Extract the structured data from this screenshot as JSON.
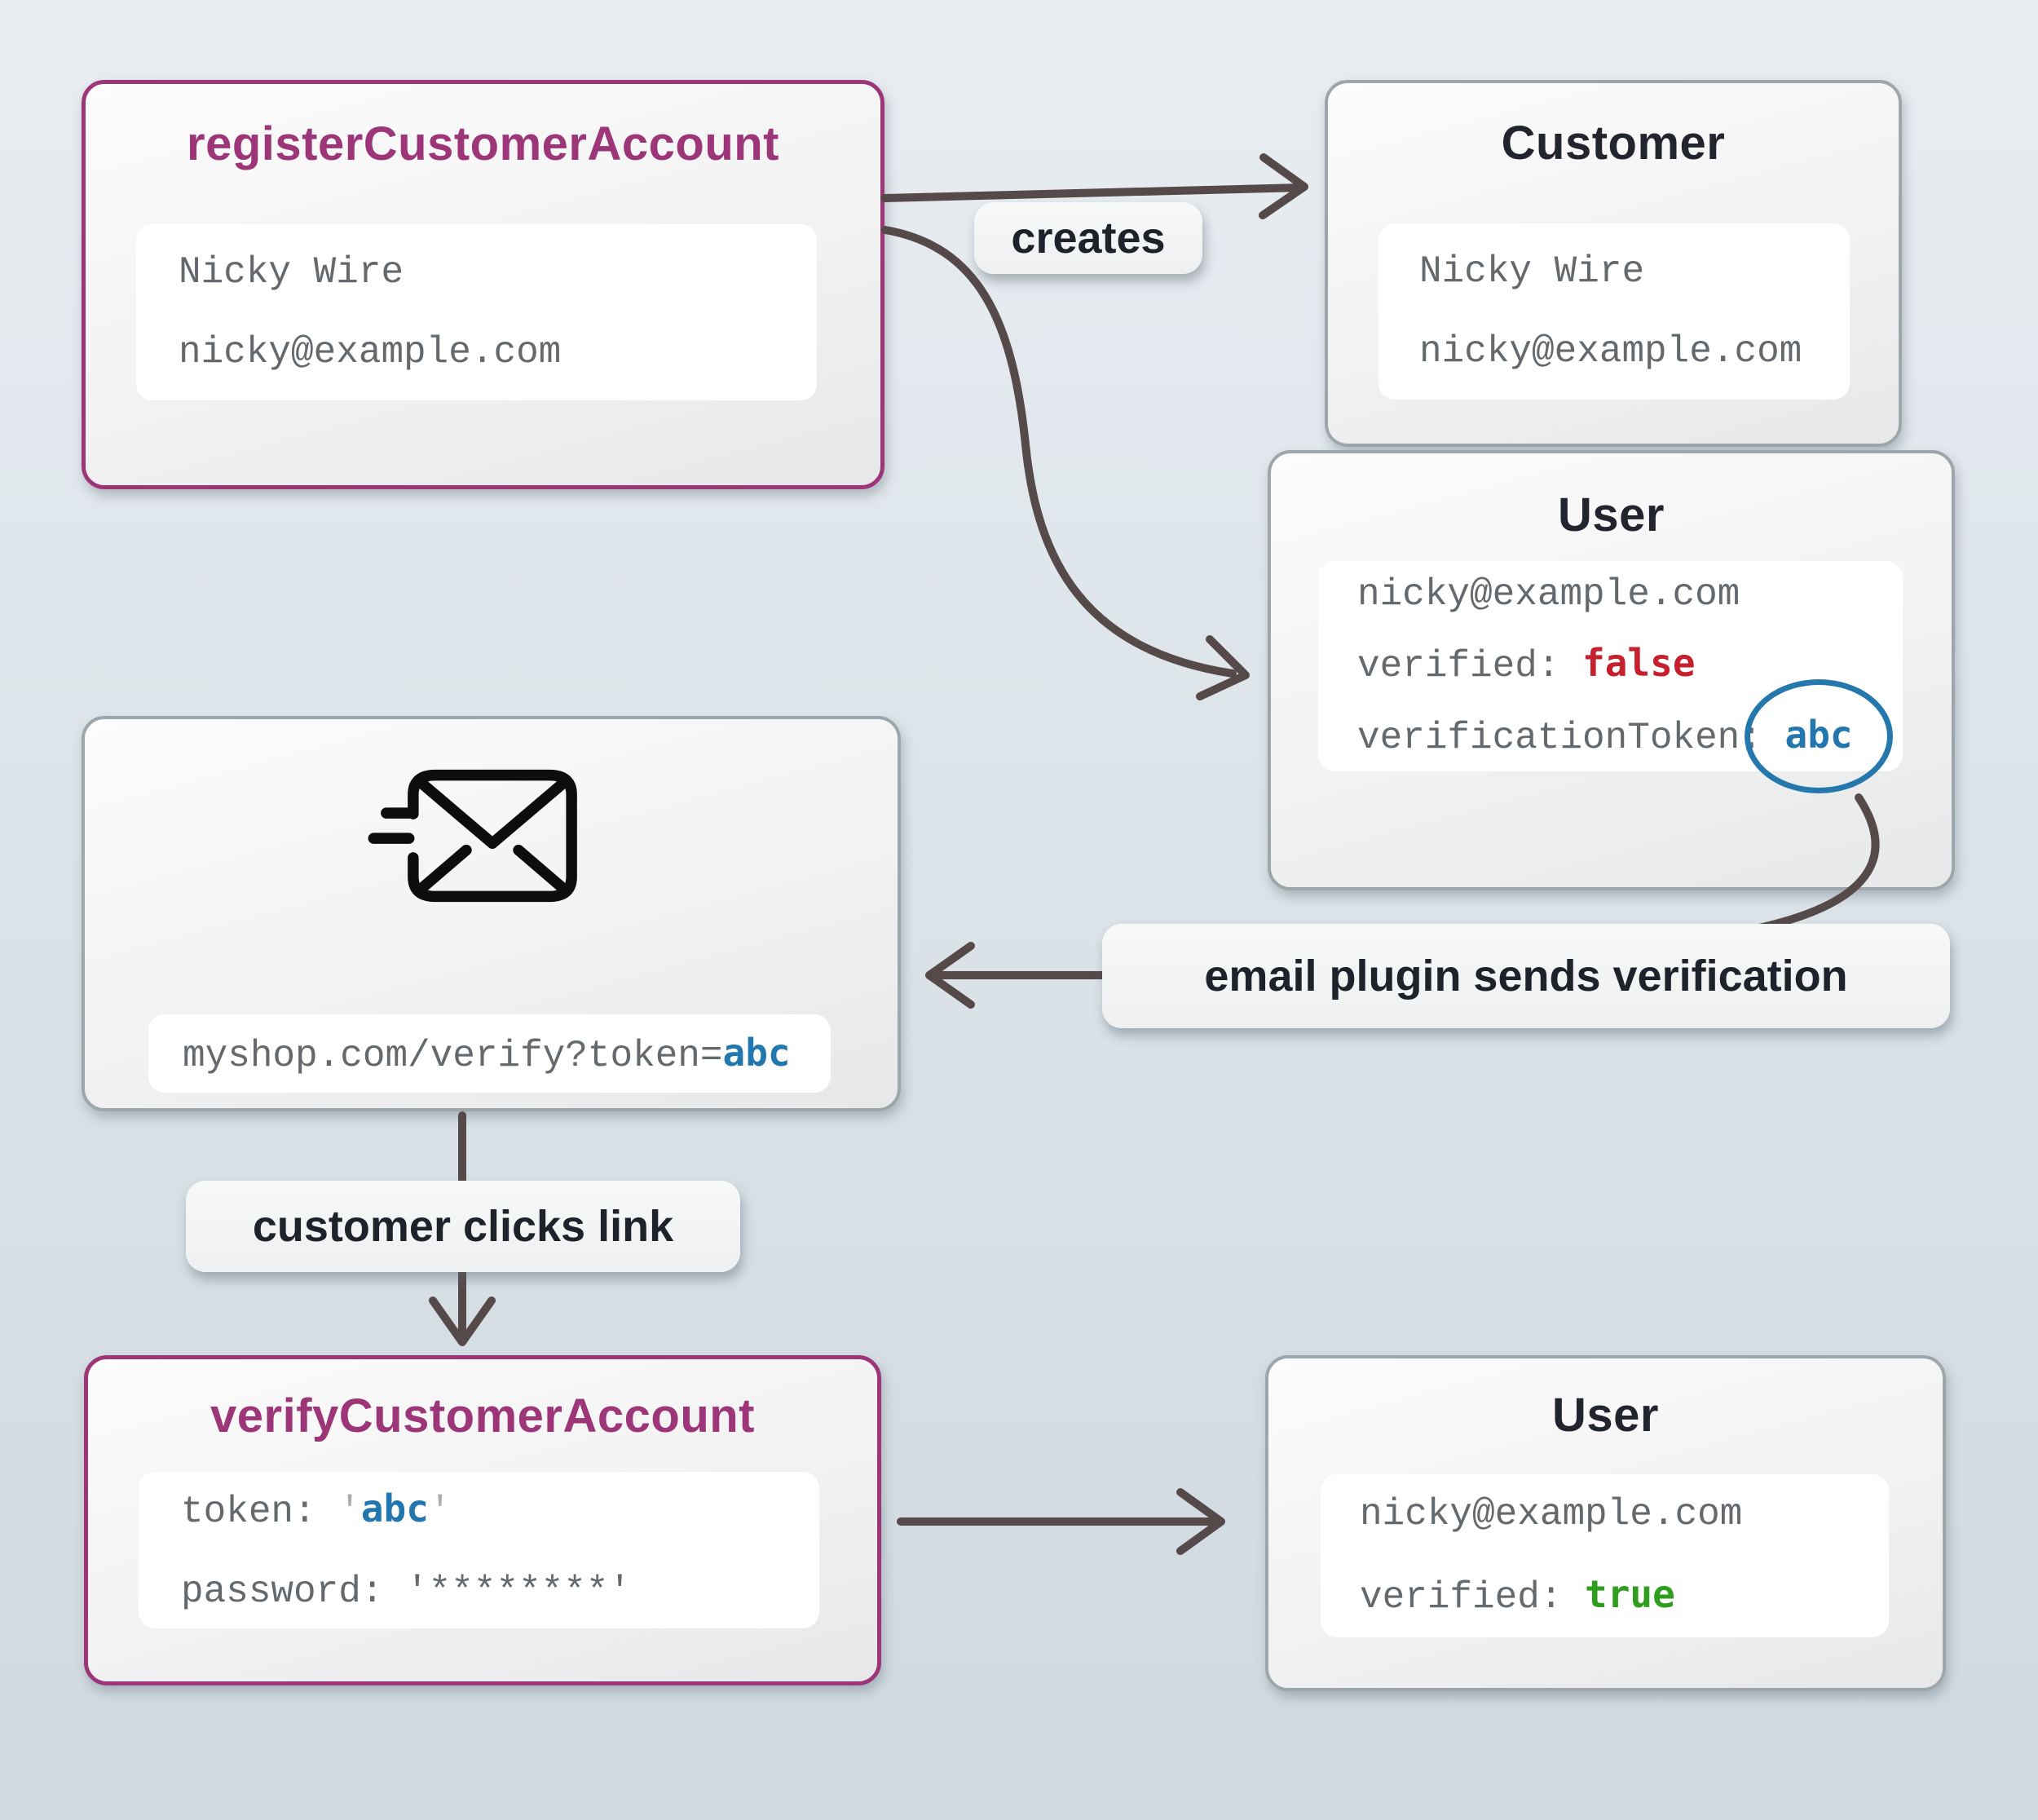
{
  "colors": {
    "accent_purple": "#9c3679",
    "title_dark": "#22252e",
    "mono_gray": "#64696e",
    "value_red": "#c6202e",
    "value_green": "#2f9e1f",
    "value_blue": "#2277ae",
    "quote_gray": "#a9aeb3",
    "arrow": "#56494a",
    "box_border_gray": "#9da6aa"
  },
  "boxes": {
    "register": {
      "title": "registerCustomerAccount",
      "line1": "Nicky Wire",
      "line2": "nicky@example.com"
    },
    "customer": {
      "title": "Customer",
      "line1": "Nicky Wire",
      "line2": "nicky@example.com"
    },
    "user_unverified": {
      "title": "User",
      "email": "nicky@example.com",
      "verified_label": "verified: ",
      "verified_value": "false",
      "token_label": "verificationToken: ",
      "token_value": "abc"
    },
    "email_message": {
      "icon": "mail-send-icon",
      "url_prefix": "myshop.com/verify?token=",
      "url_token": "abc"
    },
    "verify": {
      "title": "verifyCustomerAccount",
      "token_label": "token: ",
      "open_quote": "'",
      "token_value": "abc",
      "close_quote": "'",
      "password_label": "password: ",
      "password_value": "'********'"
    },
    "user_verified": {
      "title": "User",
      "email": "nicky@example.com",
      "verified_label": "verified: ",
      "verified_value": "true"
    }
  },
  "edge_labels": {
    "creates": "creates",
    "email_plugin": "email plugin sends verification",
    "customer_clicks": "customer clicks link"
  }
}
